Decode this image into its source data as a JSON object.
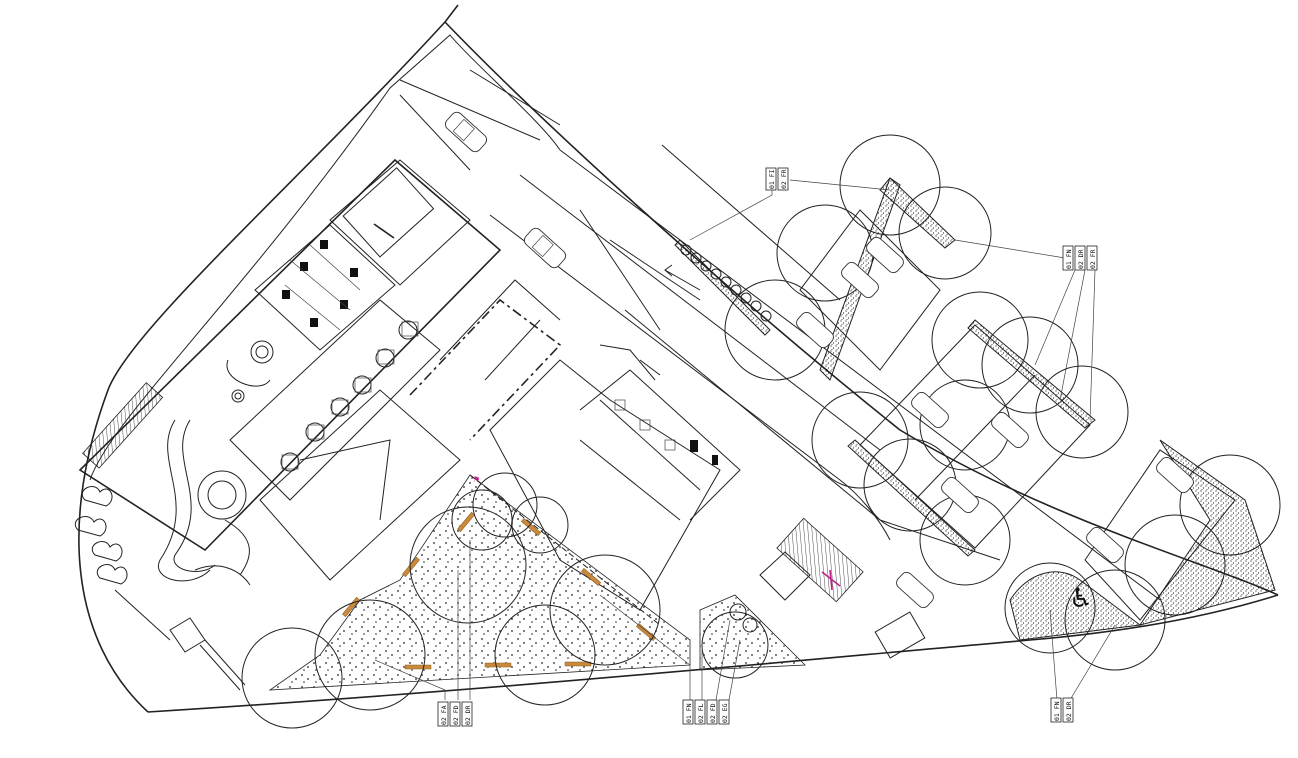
{
  "plan": {
    "colors": {
      "line": "#222222",
      "bench": "#c98a3c",
      "accent": "#c0208a",
      "hatch": "#222222"
    },
    "tags": [
      {
        "id": "tag-1",
        "lines": [
          "01 FI",
          "02 FR"
        ]
      },
      {
        "id": "tag-2",
        "lines": [
          "01 FN",
          "02 DR",
          "02 FR"
        ]
      },
      {
        "id": "tag-3",
        "lines": [
          "02 FA",
          "02 FD",
          "02 DR"
        ]
      },
      {
        "id": "tag-4",
        "lines": [
          "01 FN",
          "02 FL",
          "02 FD",
          "02 EG"
        ]
      },
      {
        "id": "tag-5",
        "lines": [
          "01 FN",
          "02 DR"
        ]
      }
    ],
    "icons": [
      "accessible-parking-icon",
      "tree-canopy-icon",
      "car-icon",
      "bench-icon"
    ]
  }
}
